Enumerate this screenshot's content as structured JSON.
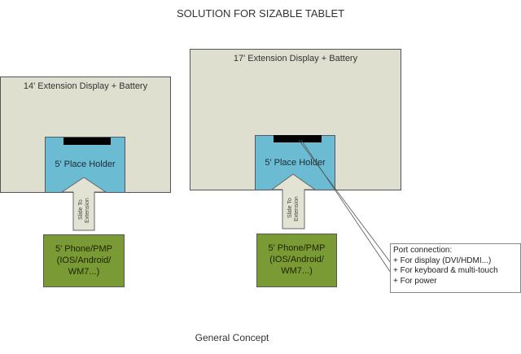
{
  "title": "SOLUTION FOR SIZABLE TABLET",
  "caption": "General Concept",
  "left_setup": {
    "extension_label": "14' Extension Display + Battery",
    "holder_label": "5' Place Holder",
    "arrow_label_line1": "Slide To",
    "arrow_label_line2": "Extension",
    "phone_lines": [
      "5' Phone/PMP",
      "(IOS/Android/",
      "WM7...)"
    ]
  },
  "right_setup": {
    "extension_label": "17' Extension Display + Battery",
    "holder_label": "5' Place Holder",
    "arrow_label_line1": "Slide To",
    "arrow_label_line2": "Extension",
    "phone_lines": [
      "5' Phone/PMP",
      "(IOS/Android/",
      "WM7...)"
    ]
  },
  "callout": {
    "lines": [
      "Port connection:",
      "+ For display (DVI/HDMI...)",
      "+ For keyboard & multi-touch",
      "+ For power"
    ]
  },
  "colors": {
    "extension_fill": "#dfdfcf",
    "holder_fill": "#6bbcd3",
    "phone_fill": "#7a9a35",
    "arrow_fill": "#e3e3d3",
    "port_fill": "#000000"
  }
}
